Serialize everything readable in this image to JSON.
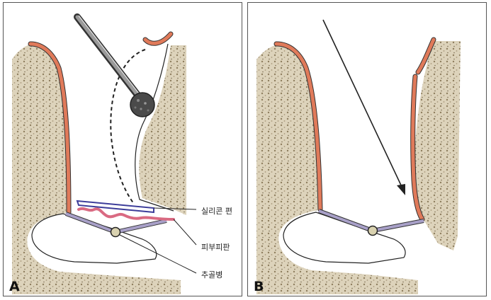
{
  "panels": [
    {
      "id": "A",
      "letter": "A"
    },
    {
      "id": "B",
      "letter": "B"
    }
  ],
  "callouts": {
    "silicone_piece": "실리콘 편",
    "skin_flap": "피부피판",
    "cholesteatoma": "추골병"
  },
  "colors": {
    "bone_fill": "#d8ceb6",
    "bone_speckle": "#8f7f5f",
    "skin_red": "#e07a5a",
    "eardrum_purple": "#a8a0c8",
    "silicone_blue": "#3d3d9a",
    "skin_flap_pink": "#d96a82",
    "drill_gray": "#555555"
  },
  "icons": {
    "drill": "burr-drill-icon",
    "arrow": "direction-arrow-icon"
  }
}
